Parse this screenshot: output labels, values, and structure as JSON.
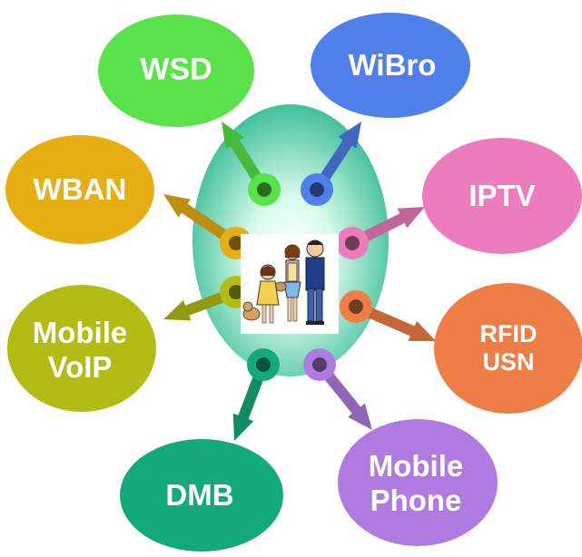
{
  "nodes": [
    {
      "key": "wsd",
      "lines": [
        "WSD"
      ],
      "color": "#59e24a"
    },
    {
      "key": "wibro",
      "lines": [
        "WiBro"
      ],
      "color": "#4f7fe8"
    },
    {
      "key": "wban",
      "lines": [
        "WBAN"
      ],
      "color": "#e6ae12"
    },
    {
      "key": "iptv",
      "lines": [
        "IPTV"
      ],
      "color": "#ec7cbc"
    },
    {
      "key": "voip",
      "lines": [
        "Mobile",
        "VoIP"
      ],
      "color": "#b3bb15"
    },
    {
      "key": "rfid",
      "lines": [
        "RFID",
        "USN"
      ],
      "color": "#ee7e45"
    },
    {
      "key": "dmb",
      "lines": [
        "DMB"
      ],
      "color": "#14a97a"
    },
    {
      "key": "phone",
      "lines": [
        "Mobile",
        "Phone"
      ],
      "color": "#b07be0"
    }
  ],
  "center": {
    "image": "family-illustration",
    "color_light": "#d8fbea",
    "color_dark": "#2bb68f"
  }
}
